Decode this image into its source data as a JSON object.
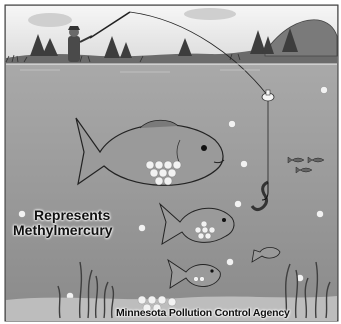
{
  "legend": {
    "line1": "Represents",
    "line2": "Methylmercury"
  },
  "credit": "Minnesota Pollution Control Agency",
  "colors": {
    "sky": "#ececec",
    "water": "#a3a3a3",
    "water_deep": "#8c8c8c",
    "shore": "#5f5f5f",
    "fish": "#9a9a9a",
    "fish_dark": "#555555",
    "mercury_dot": "#f2f2f2",
    "weed": "#4a4a4a"
  },
  "icons": {
    "fisherman": "fisherman-icon",
    "tree": "pine-tree-icon",
    "bobber": "bobber-icon",
    "worm": "worm-on-hook-icon",
    "fish": "fish-icon",
    "dot": "mercury-dot-icon"
  }
}
